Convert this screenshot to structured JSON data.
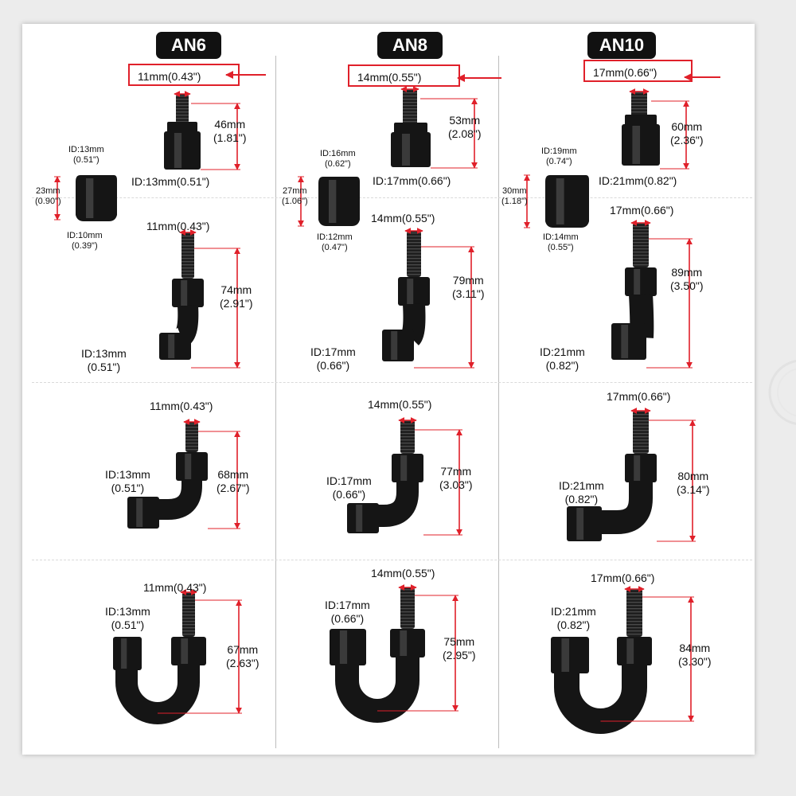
{
  "columns": [
    {
      "badge": "AN6",
      "thread": "11mm(0.43\")",
      "straight": {
        "len": [
          "46mm",
          "(1.81\")"
        ],
        "id": "ID:13mm(0.51\")"
      },
      "sleeve": {
        "top": [
          "ID:13mm",
          "(0.51\")"
        ],
        "height": [
          "23mm",
          "(0.90\")"
        ],
        "bottom": [
          "ID:10mm",
          "(0.39\")"
        ]
      },
      "deg45": {
        "thread": "11mm(0.43\")",
        "len": [
          "74mm",
          "(2.91\")"
        ],
        "id": [
          "ID:13mm",
          "(0.51\")"
        ]
      },
      "deg90": {
        "thread": "11mm(0.43\")",
        "len": [
          "68mm",
          "(2.67\")"
        ],
        "id": [
          "ID:13mm",
          "(0.51\")"
        ]
      },
      "deg180": {
        "thread": "11mm(0.43\")",
        "len": [
          "67mm",
          "(2.63\")"
        ],
        "id": [
          "ID:13mm",
          "(0.51\")"
        ]
      }
    },
    {
      "badge": "AN8",
      "thread": "14mm(0.55\")",
      "straight": {
        "len": [
          "53mm",
          "(2.08\")"
        ],
        "id": "ID:17mm(0.66\")"
      },
      "sleeve": {
        "top": [
          "ID:16mm",
          "(0.62\")"
        ],
        "height": [
          "27mm",
          "(1.06\")"
        ],
        "bottom": [
          "ID:12mm",
          "(0.47\")"
        ]
      },
      "deg45": {
        "thread": "14mm(0.55\")",
        "len": [
          "79mm",
          "(3.11\")"
        ],
        "id": [
          "ID:17mm",
          "(0.66\")"
        ]
      },
      "deg90": {
        "thread": "14mm(0.55\")",
        "len": [
          "77mm",
          "(3.03\")"
        ],
        "id": [
          "ID:17mm",
          "(0.66\")"
        ]
      },
      "deg180": {
        "thread": "14mm(0.55\")",
        "len": [
          "75mm",
          "(2.95\")"
        ],
        "id": [
          "ID:17mm",
          "(0.66\")"
        ]
      }
    },
    {
      "badge": "AN10",
      "thread": "17mm(0.66\")",
      "straight": {
        "len": [
          "60mm",
          "(2.36\")"
        ],
        "id": "ID:21mm(0.82\")"
      },
      "sleeve": {
        "top": [
          "ID:19mm",
          "(0.74\")"
        ],
        "height": [
          "30mm",
          "(1.18\")"
        ],
        "bottom": [
          "ID:14mm",
          "(0.55\")"
        ]
      },
      "deg45": {
        "thread": "17mm(0.66\")",
        "len": [
          "89mm",
          "(3.50\")"
        ],
        "id": [
          "ID:21mm",
          "(0.82\")"
        ]
      },
      "deg90": {
        "thread": "17mm(0.66\")",
        "len": [
          "80mm",
          "(3.14\")"
        ],
        "id": [
          "ID:21mm",
          "(0.82\")"
        ]
      },
      "deg180": {
        "thread": "17mm(0.66\")",
        "len": [
          "84mm",
          "(3.30\")"
        ],
        "id": [
          "ID:21mm",
          "(0.82\")"
        ]
      }
    }
  ],
  "colors": {
    "dimension_red": "#e0202a",
    "fitting_black": "#151515",
    "badge_black": "#111111"
  }
}
